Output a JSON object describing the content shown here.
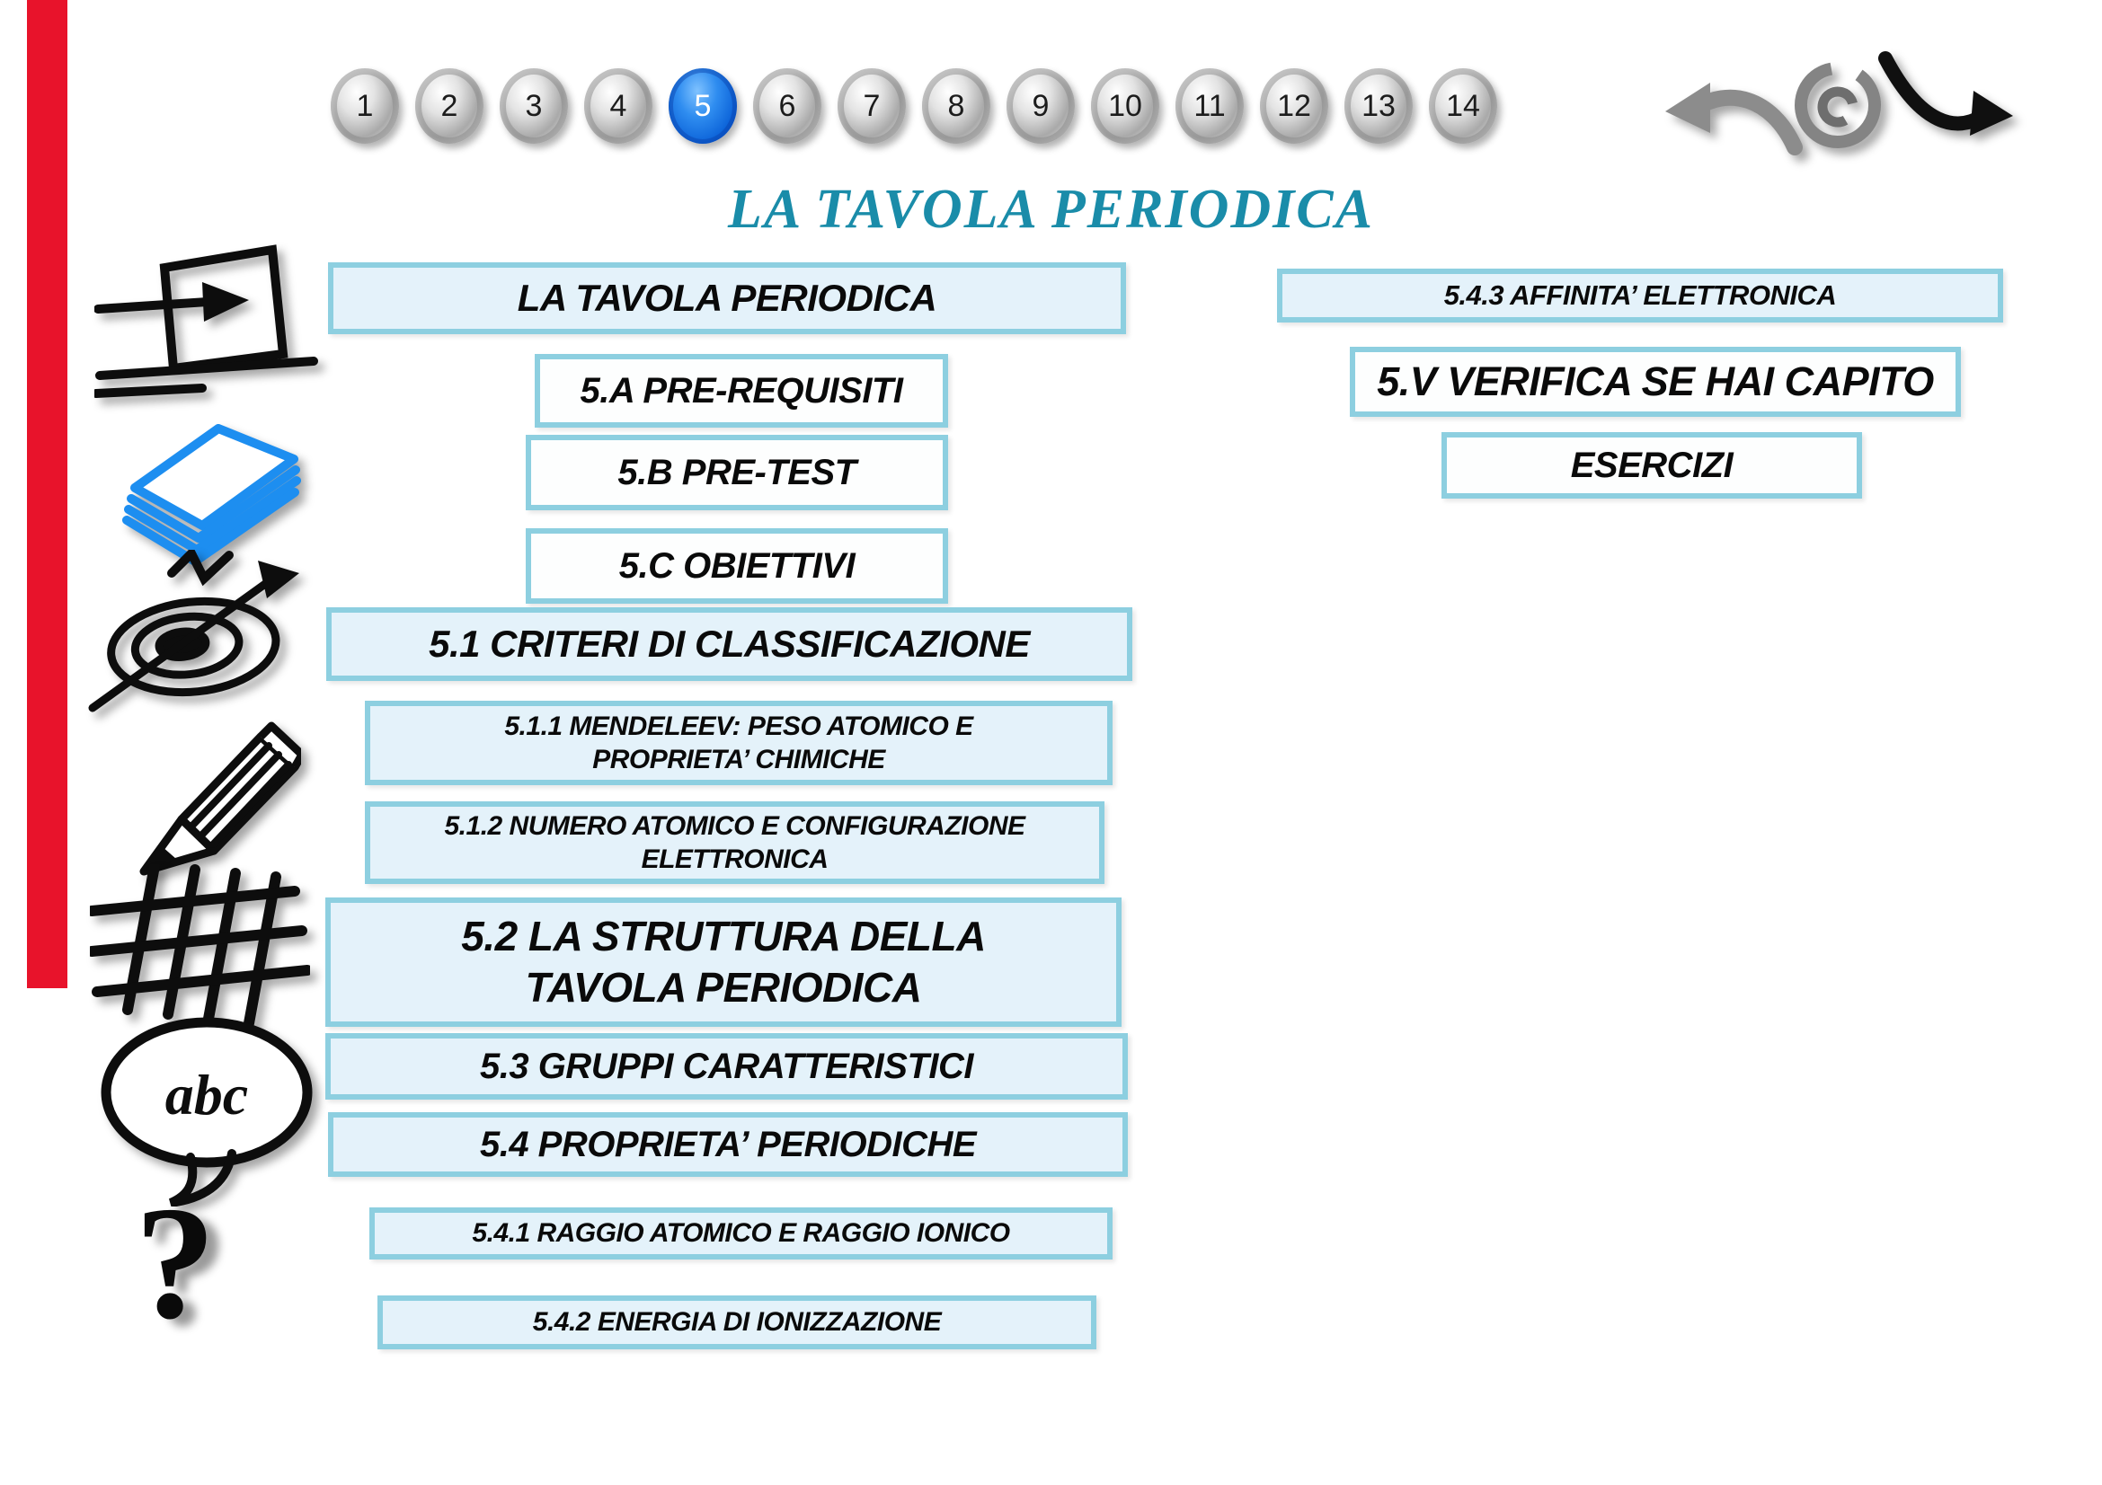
{
  "page": {
    "title": "LA TAVOLA PERIODICA"
  },
  "top_nav": {
    "chapters": [
      "1",
      "2",
      "3",
      "4",
      "5",
      "6",
      "7",
      "8",
      "9",
      "10",
      "11",
      "12",
      "13",
      "14"
    ],
    "active_chapter": "5",
    "icons": [
      "back-arrow-icon",
      "spiral-icon",
      "forward-arrow-icon"
    ]
  },
  "sidebar_icons": [
    "enter-door-icon",
    "paper-stack-icon",
    "target-arrow-icon",
    "pencil-icon",
    "grid-icon",
    "abc-speech-bubble-icon",
    "question-mark-icon"
  ],
  "sidebar": {
    "abc_label": "abc",
    "question_label": "?"
  },
  "menu": {
    "left": [
      {
        "label": "LA TAVOLA PERIODICA"
      },
      {
        "label": "5.A PRE-REQUISITI"
      },
      {
        "label": "5.B PRE-TEST"
      },
      {
        "label": "5.C OBIETTIVI"
      },
      {
        "label": "5.1 CRITERI DI CLASSIFICAZIONE"
      },
      {
        "label": "5.1.1 MENDELEEV: PESO ATOMICO E PROPRIETA’ CHIMICHE"
      },
      {
        "label": "5.1.2 NUMERO ATOMICO E CONFIGURAZIONE ELETTRONICA"
      },
      {
        "label": "5.2 LA STRUTTURA DELLA TAVOLA PERIODICA"
      },
      {
        "label": "5.3 GRUPPI CARATTERISTICI"
      },
      {
        "label": "5.4 PROPRIETA’ PERIODICHE"
      },
      {
        "label": "5.4.1 RAGGIO ATOMICO E RAGGIO IONICO"
      },
      {
        "label": "5.4.2 ENERGIA DI IONIZZAZIONE"
      }
    ],
    "right": [
      {
        "label": "5.4.3 AFFINITA’ ELETTRONICA"
      },
      {
        "label": "5.V VERIFICA SE HAI CAPITO"
      },
      {
        "label": "ESERCIZI"
      }
    ]
  },
  "colors": {
    "red_bar": "#e8132b",
    "box_border_teal": "#8dcfe0",
    "box_fill_lightblue": "#e4f2fa",
    "title_teal": "#1a8ca9",
    "active_chapter_blue": "#0b62d8",
    "paper_stack_blue": "#1d8ef0"
  }
}
